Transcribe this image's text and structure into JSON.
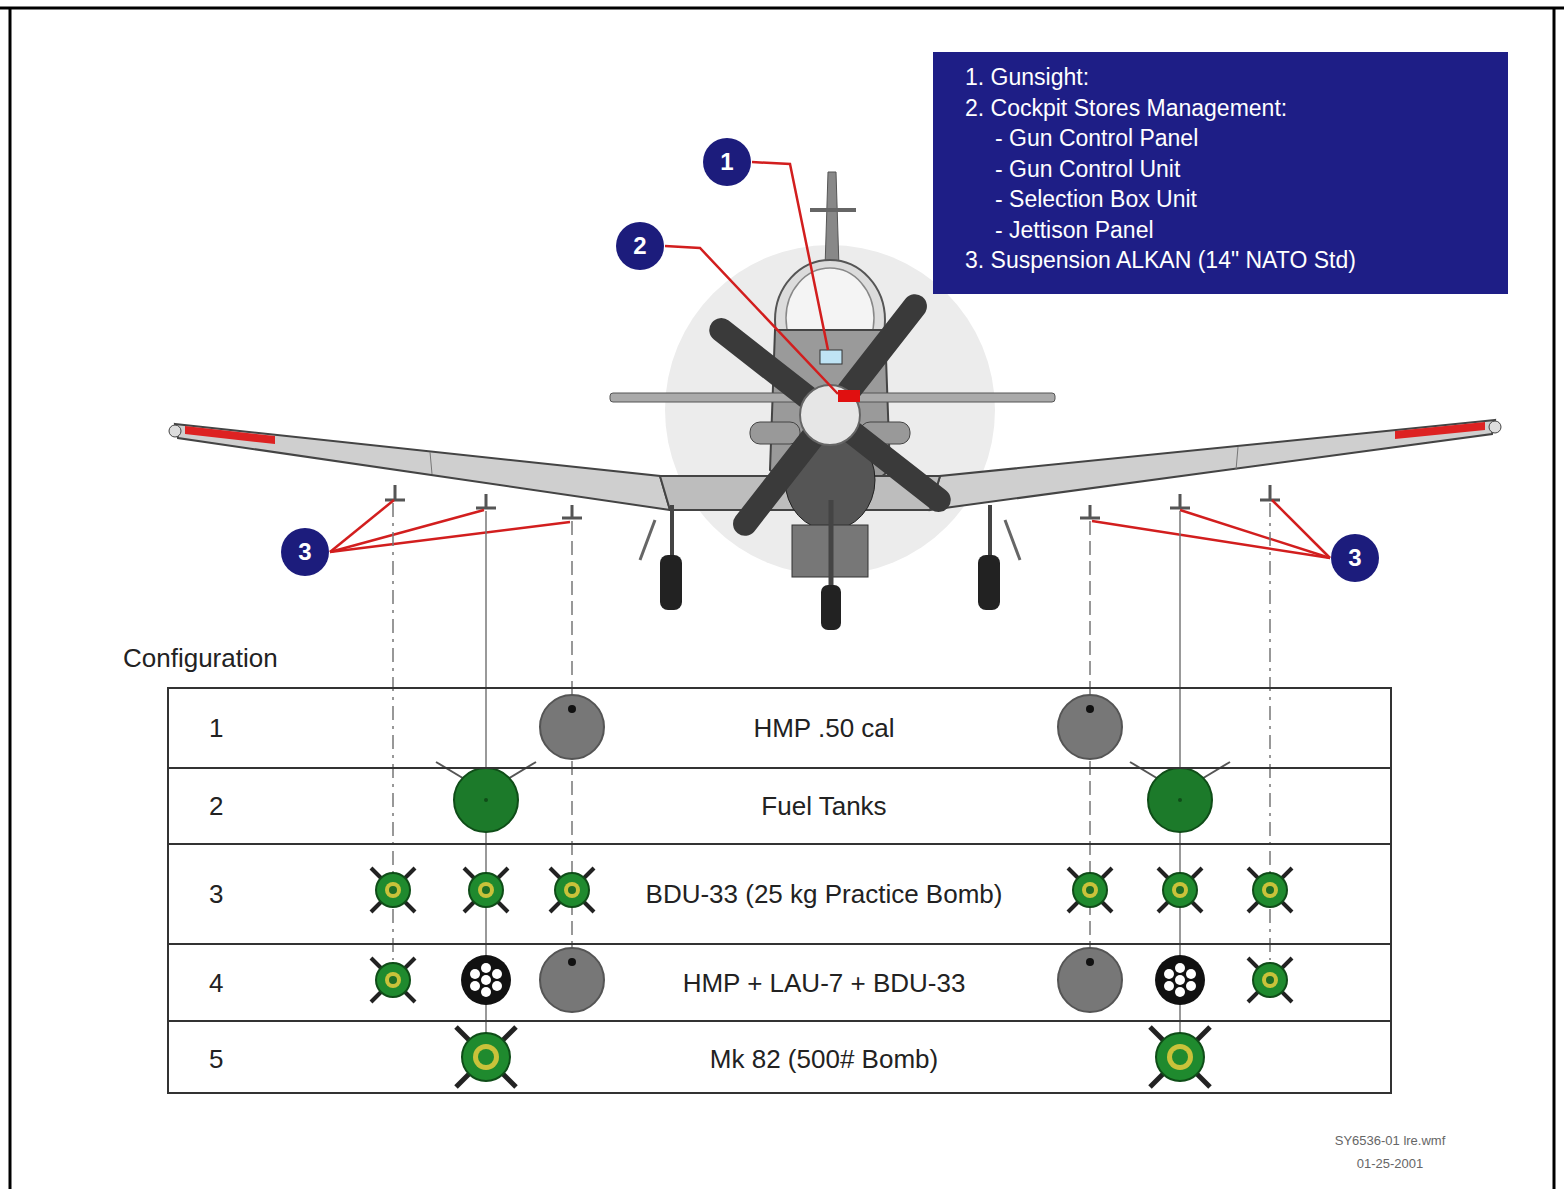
{
  "diagram": {
    "nodes": [
      {
        "text": [
          "1. Gunsight:",
          "2. Cockpit Stores Management:",
          "- Gun Control Panel",
          "- Gun Control Unit",
          "- Selection Box Unit",
          "- Jettison Panel",
          "3. Suspension ALKAN (14\" NATO Std)"
        ]
      },
      {
        "text": [
          "1"
        ]
      },
      {
        "text": [
          "2"
        ]
      },
      {
        "text": [
          "3"
        ]
      },
      {
        "text": [
          "3"
        ]
      },
      {
        "text": [
          "Configuration"
        ]
      },
      {
        "text": [
          "1",
          "HMP .50 cal"
        ],
        "in": 5
      },
      {
        "text": [
          "2",
          "Fuel Tanks"
        ],
        "in": 5
      },
      {
        "text": [
          "3",
          "BDU-33 (25 kg Practice Bomb)"
        ],
        "in": 5
      },
      {
        "text": [
          "4",
          "HMP + LAU-7 + BDU-33"
        ],
        "in": 5
      },
      {
        "text": [
          "5",
          "Mk 82 (500# Bomb)"
        ],
        "in": 5
      }
    ],
    "labels": [
      "SY6536-01 lre.wmf",
      "01-25-2001"
    ]
  }
}
